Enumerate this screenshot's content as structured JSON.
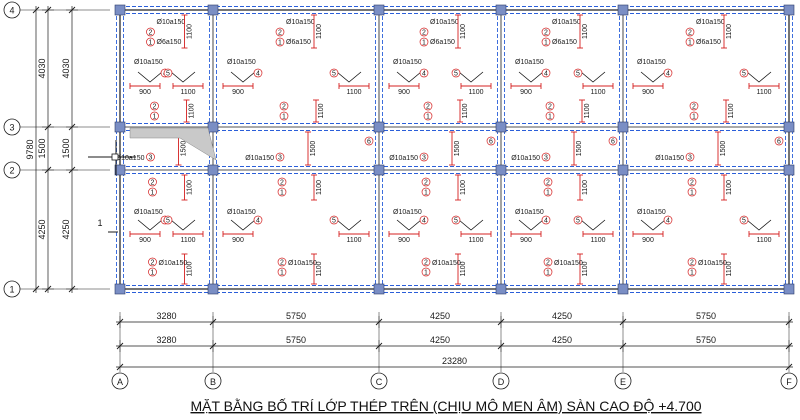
{
  "title": "MẶT BẰNG BỐ TRÍ LỚP THÉP TRÊN (CHỊU MÔ MEN ÂM) SÀN CAO ĐỘ +4.700",
  "section_mark": "1",
  "grid_x": [
    {
      "id": "A",
      "pos": 120
    },
    {
      "id": "B",
      "pos": 213
    },
    {
      "id": "C",
      "pos": 379
    },
    {
      "id": "D",
      "pos": 501
    },
    {
      "id": "E",
      "pos": 623
    },
    {
      "id": "F",
      "pos": 789
    }
  ],
  "grid_y": [
    {
      "id": "4",
      "pos": 10
    },
    {
      "id": "3",
      "pos": 127
    },
    {
      "id": "2",
      "pos": 170
    },
    {
      "id": "1",
      "pos": 289
    }
  ],
  "dims_x_row1": [
    "3280",
    "5750",
    "4250",
    "4250",
    "5750"
  ],
  "dims_x_row2": [
    "3280",
    "5750",
    "4250",
    "4250",
    "5750"
  ],
  "dim_total_x": "23280",
  "dims_y_outer": [
    "4030",
    "1500",
    "4250"
  ],
  "dims_y_inner": [
    "4030",
    "1500",
    "4250"
  ],
  "dim_total_y": "9780",
  "rebar_label": "Ø10a150",
  "rebar_label_alt": "Ø6a150",
  "lengths": [
    "900",
    "1100",
    "1500"
  ],
  "bar_marks": [
    "1",
    "2",
    "3",
    "4",
    "5",
    "6"
  ],
  "colors": {
    "line": "#1a1a1a",
    "rebar": "#d42020",
    "beam": "#2b5fd9",
    "column": "#7a8ec4"
  }
}
